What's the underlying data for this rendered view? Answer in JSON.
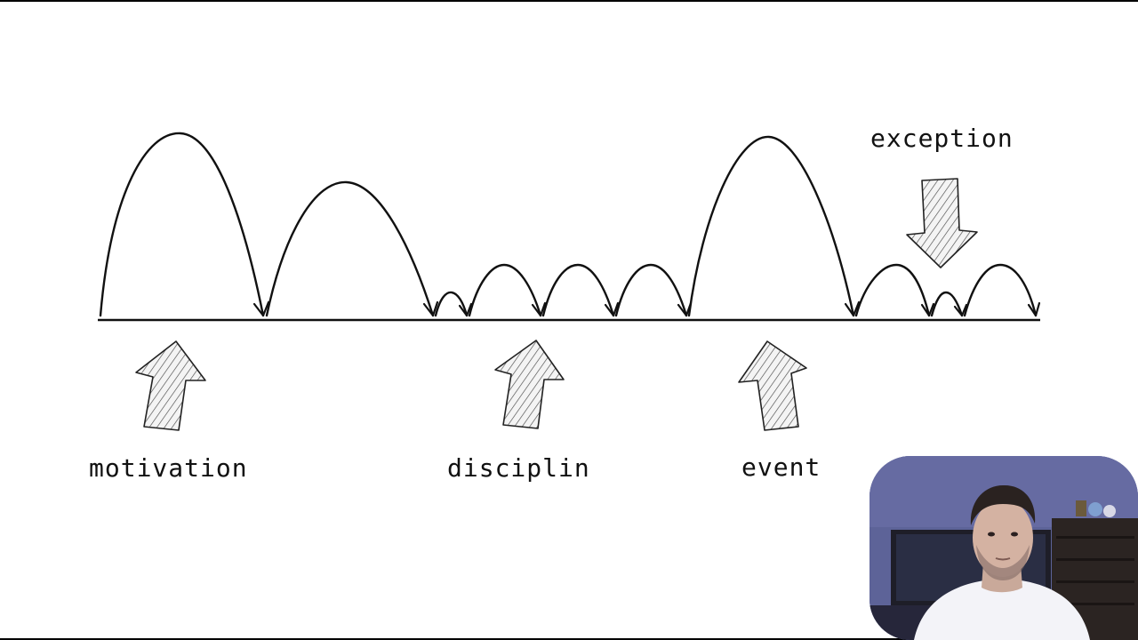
{
  "labels": {
    "motivation": "motivation",
    "discipline": "disciplin",
    "event": "event",
    "exception": "exception"
  },
  "arrows": {
    "motivation": "up",
    "discipline": "up",
    "event": "up",
    "exception": "down"
  },
  "colors": {
    "background": "#ffffff",
    "ink": "#111111",
    "arrow_hatch": "#555555",
    "webcam_wall": "#5c6296"
  },
  "webcam": {
    "present": true
  }
}
